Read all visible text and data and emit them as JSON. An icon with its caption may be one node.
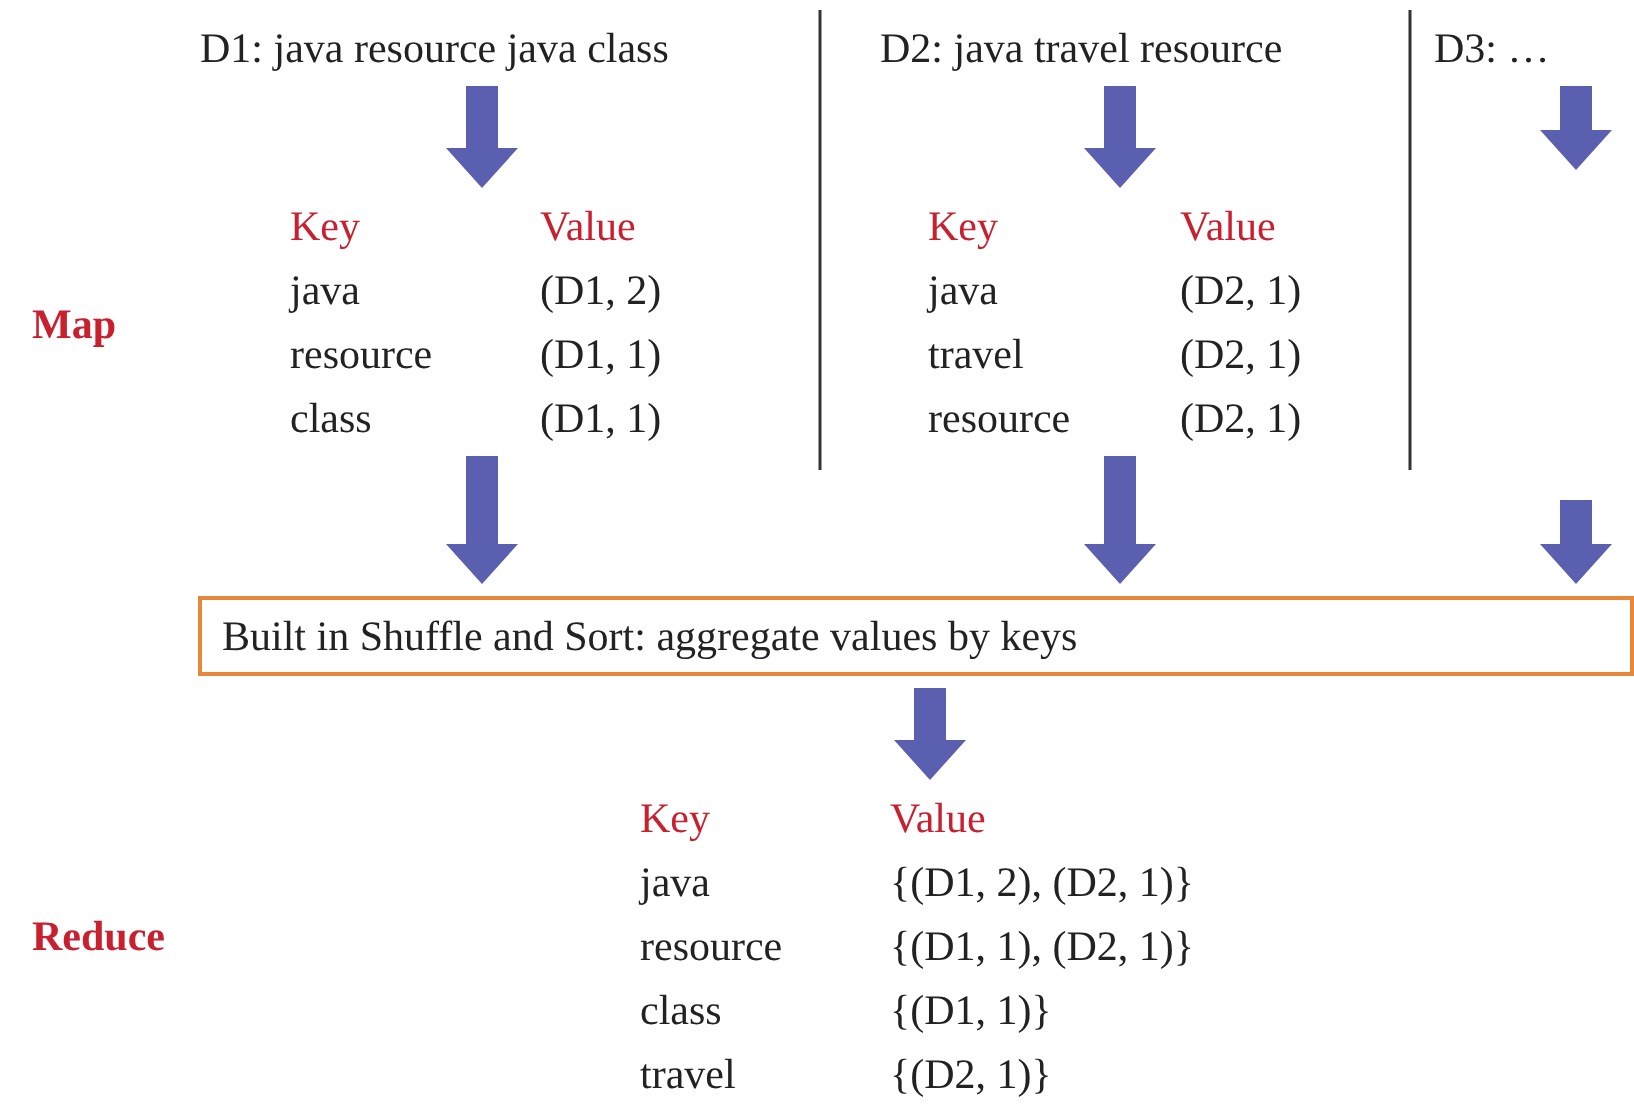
{
  "diagram": {
    "nodes": [
      {
        "text": [
          "D1: java resource java class"
        ]
      },
      {
        "text": [
          "Key",
          "Value",
          "java",
          "(D1, 2)",
          "resource",
          "(D1, 1)",
          "class",
          "(D1, 1)"
        ]
      },
      {
        "text": [
          "D2: java travel resource"
        ]
      },
      {
        "text": [
          "Key",
          "Value",
          "java",
          "(D2, 1)",
          "travel",
          "(D2, 1)",
          "resource",
          "(D2, 1)"
        ]
      },
      {
        "text": [
          "D3: …"
        ]
      },
      {
        "text": [
          "Built in Shuffle and Sort: aggregate values by keys"
        ]
      },
      {
        "text": [
          "Key",
          "Value",
          "java",
          "{(D1, 2), (D2, 1)}",
          "resource",
          "{(D1, 1), (D2, 1)}",
          "class",
          "{(D1, 1)}",
          "travel",
          "{(D2, 1)}"
        ]
      }
    ],
    "edges": [
      {
        "from": 0,
        "to": 1,
        "arrow": "to"
      },
      {
        "from": 1,
        "to": 5,
        "arrow": "to"
      },
      {
        "from": 2,
        "to": 3,
        "arrow": "to"
      },
      {
        "from": 3,
        "to": 5,
        "arrow": "to"
      },
      {
        "from": 4,
        "to": null,
        "arrow": "to"
      },
      {
        "from": null,
        "to": 5,
        "arrow": "to"
      },
      {
        "from": 5,
        "to": 6,
        "arrow": "to"
      }
    ],
    "labels": [
      "Map",
      "Reduce"
    ]
  }
}
